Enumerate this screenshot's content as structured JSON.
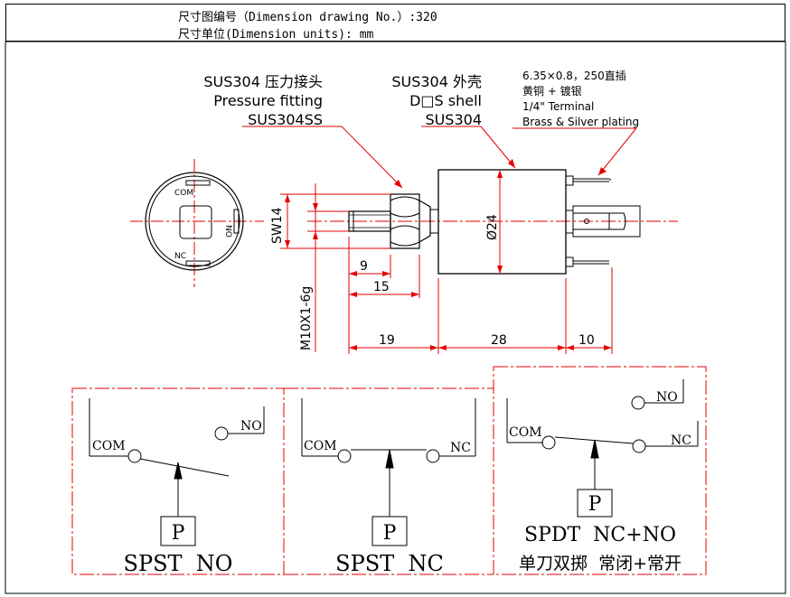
{
  "header": {
    "line1": "尺寸图编号（Dimension drawing No.）:320",
    "line2": "尺寸单位(Dimension units): mm"
  },
  "callouts": {
    "fitting": [
      "SUS304  压力接头",
      "Pressure fitting",
      "SUS304SS"
    ],
    "shell": [
      "SUS304  外壳",
      "D□S shell",
      "SUS304"
    ],
    "terminal": [
      "6.35×0.8，250直插",
      "黄铜 + 镀银",
      "1/4\" Terminal",
      "Brass & Silver plating"
    ]
  },
  "end_view": {
    "com": "COM",
    "no": "NO",
    "nc": "NC"
  },
  "dimensions": {
    "sw": "SW14",
    "thread": "M10X1-6g",
    "diameter": "Ø24",
    "d9": "9",
    "d15": "15",
    "d19": "19",
    "d28": "28",
    "d10": "10"
  },
  "schematics": [
    {
      "title": "SPST  NO",
      "com": "COM",
      "contact": "NO",
      "p": "P"
    },
    {
      "title": "SPST  NC",
      "com": "COM",
      "contact": "NC",
      "p": "P"
    },
    {
      "title": "SPDT  NC+NO",
      "subtitle": "单刀双掷  常闭+常开",
      "com": "COM",
      "no": "NO",
      "nc": "NC",
      "p": "P"
    }
  ],
  "colors": {
    "line": "#000000",
    "accent": "#e60000"
  }
}
